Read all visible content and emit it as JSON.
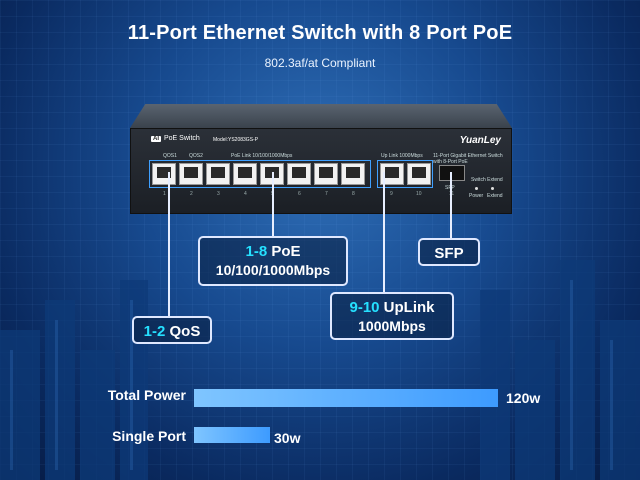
{
  "title": "11-Port Ethernet Switch with 8 Port PoE",
  "subtitle": "802.3af/at Compliant",
  "device": {
    "ai_badge": "AI",
    "product_label": "PoE Switch",
    "model": "Model:YS2083GS-P",
    "brand": "YuanLey",
    "group_qos1": "QOS1",
    "group_qos2": "QOS2",
    "group_poe": "PoE Link 10/100/1000Mbps",
    "group_uplink": "Up Link 1000Mbps",
    "right_desc": "11-Port Gigabit Ethernet Switch with 8-Port PoE",
    "sfp_port": "SFP",
    "switch_mode": "Switch Extend",
    "power_label": "Power",
    "extend_label": "Extend",
    "port_numbers": [
      "1",
      "2",
      "3",
      "4",
      "5",
      "6",
      "7",
      "8",
      "9",
      "10",
      "11"
    ]
  },
  "callouts": {
    "poe_num": "1-8",
    "poe_text": " PoE",
    "poe_speed": "10/100/1000Mbps",
    "sfp": "SFP",
    "uplink_num": "9-10",
    "uplink_text": " UpLink",
    "uplink_speed": "1000Mbps",
    "qos_num": "1-2",
    "qos_text": " QoS"
  },
  "power": {
    "total_label": "Total Power",
    "total_value": "120w",
    "total_watts": 120,
    "single_label": "Single Port",
    "single_value": "30w",
    "single_watts": 30
  },
  "colors": {
    "accent_cyan": "#25e0ff",
    "bar_blue": "#3d9bff",
    "background": "#0b2a5e"
  }
}
